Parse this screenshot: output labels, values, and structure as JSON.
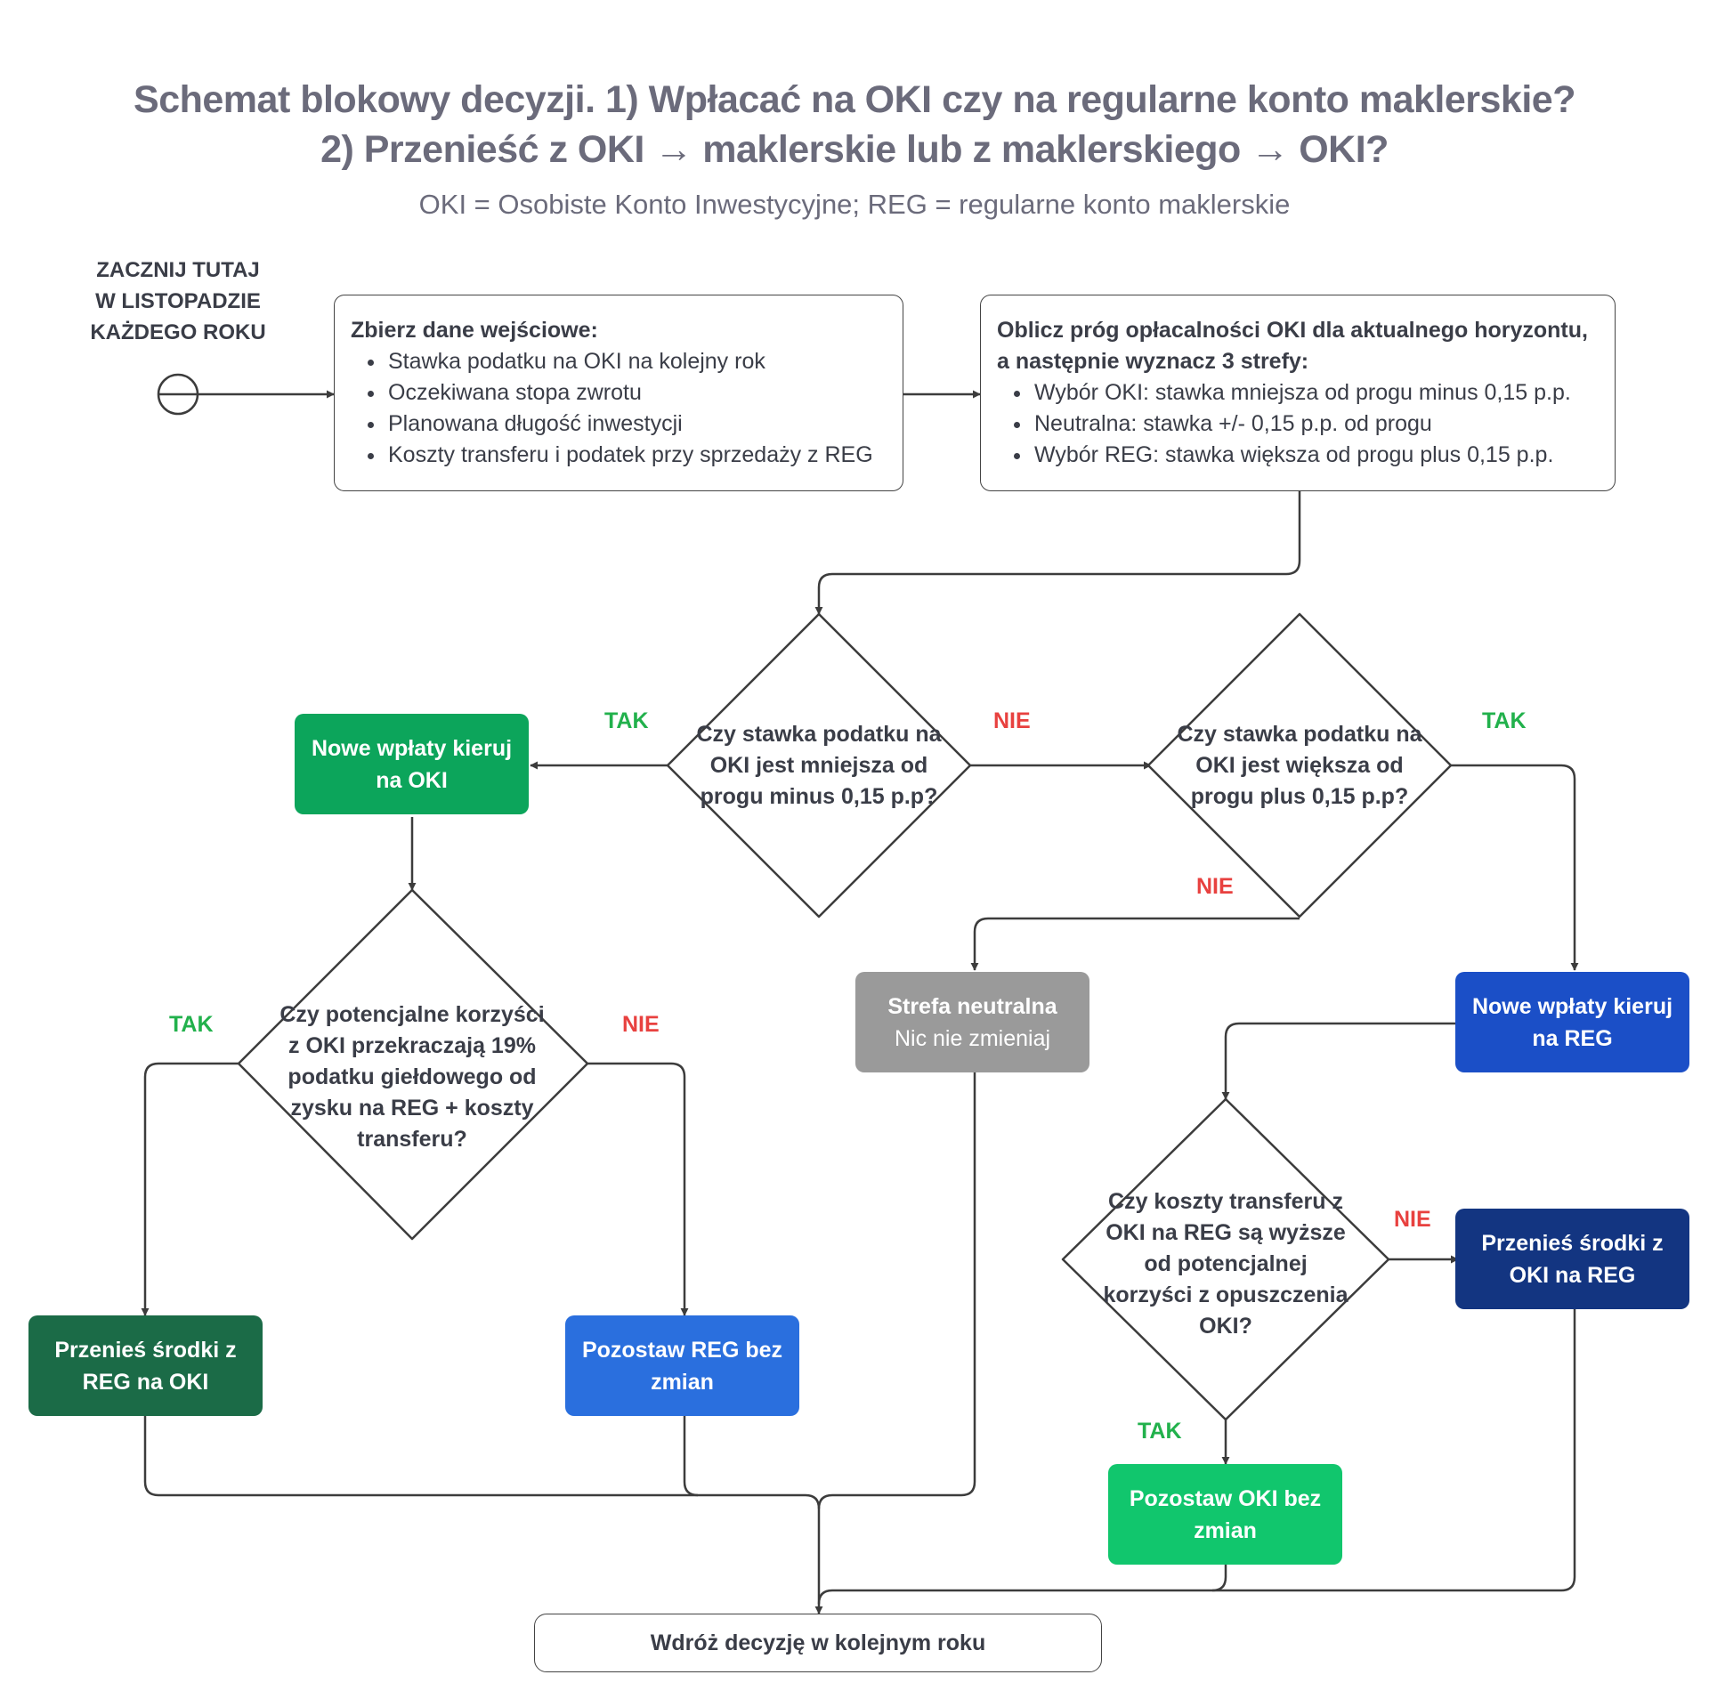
{
  "title": {
    "line1": "Schemat blokowy decyzji. 1) Wpłacać na OKI czy na regularne konto maklerskie?",
    "line2": "2) Przenieść z OKI → maklerskie lub z maklerskiego → OKI?",
    "subtitle": "OKI = Osobiste Konto Inwestycyjne; REG = regularne konto maklerskie"
  },
  "start": {
    "line1": "ZACZNIJ TUTAJ",
    "line2": "W LISTOPADZIE",
    "line3": "KAŻDEGO ROKU"
  },
  "inputs_box": {
    "heading": "Zbierz dane wejściowe:",
    "items": [
      "Stawka podatku na OKI na kolejny rok",
      "Oczekiwana stopa zwrotu",
      "Planowana długość inwestycji",
      "Koszty transferu i podatek przy sprzedaży z REG"
    ]
  },
  "threshold_box": {
    "heading": "Oblicz próg opłacalności OKI dla aktualnego horyzontu, a następnie wyznacz 3 strefy:",
    "items": [
      "Wybór OKI: stawka mniejsza od progu minus 0,15 p.p.",
      "Neutralna: stawka +/- 0,15 p.p. od progu",
      "Wybór REG: stawka większa od progu plus 0,15 p.p."
    ]
  },
  "decisions": {
    "tax_lower": "Czy stawka podatku na OKI jest mniejsza od progu minus 0,15 p.p?",
    "tax_higher": "Czy stawka podatku na OKI jest większa od progu plus 0,15 p.p?",
    "benefits_exceed": "Czy potencjalne korzyści z OKI przekraczają 19% podatku giełdowego od zysku na REG + koszty transferu?",
    "transfer_costs": "Czy koszty transferu z OKI na REG są wyższe od potencjalnej korzyści z opuszczenia OKI?"
  },
  "outcomes": {
    "new_oki": "Nowe wpłaty kieruj na OKI",
    "neutral_title": "Strefa neutralna",
    "neutral_sub": "Nic nie zmieniaj",
    "new_reg": "Nowe wpłaty kieruj na REG",
    "move_reg_oki": "Przenieś środki z REG na OKI",
    "keep_reg": "Pozostaw REG bez zmian",
    "move_oki_reg": "Przenieś środki z OKI na REG",
    "keep_oki": "Pozostaw OKI bez zmian",
    "final": "Wdróż decyzję w kolejnym roku"
  },
  "labels": {
    "yes": "TAK",
    "no": "NIE"
  },
  "colors": {
    "green": "#0ca55b",
    "dark_green": "#1b6b47",
    "light_green": "#11c66d",
    "gray": "#9a9a9a",
    "blue": "#1b4fc7",
    "light_blue": "#2a6fde",
    "navy": "#133581",
    "yes": "#22b14c",
    "no": "#e8413f"
  }
}
